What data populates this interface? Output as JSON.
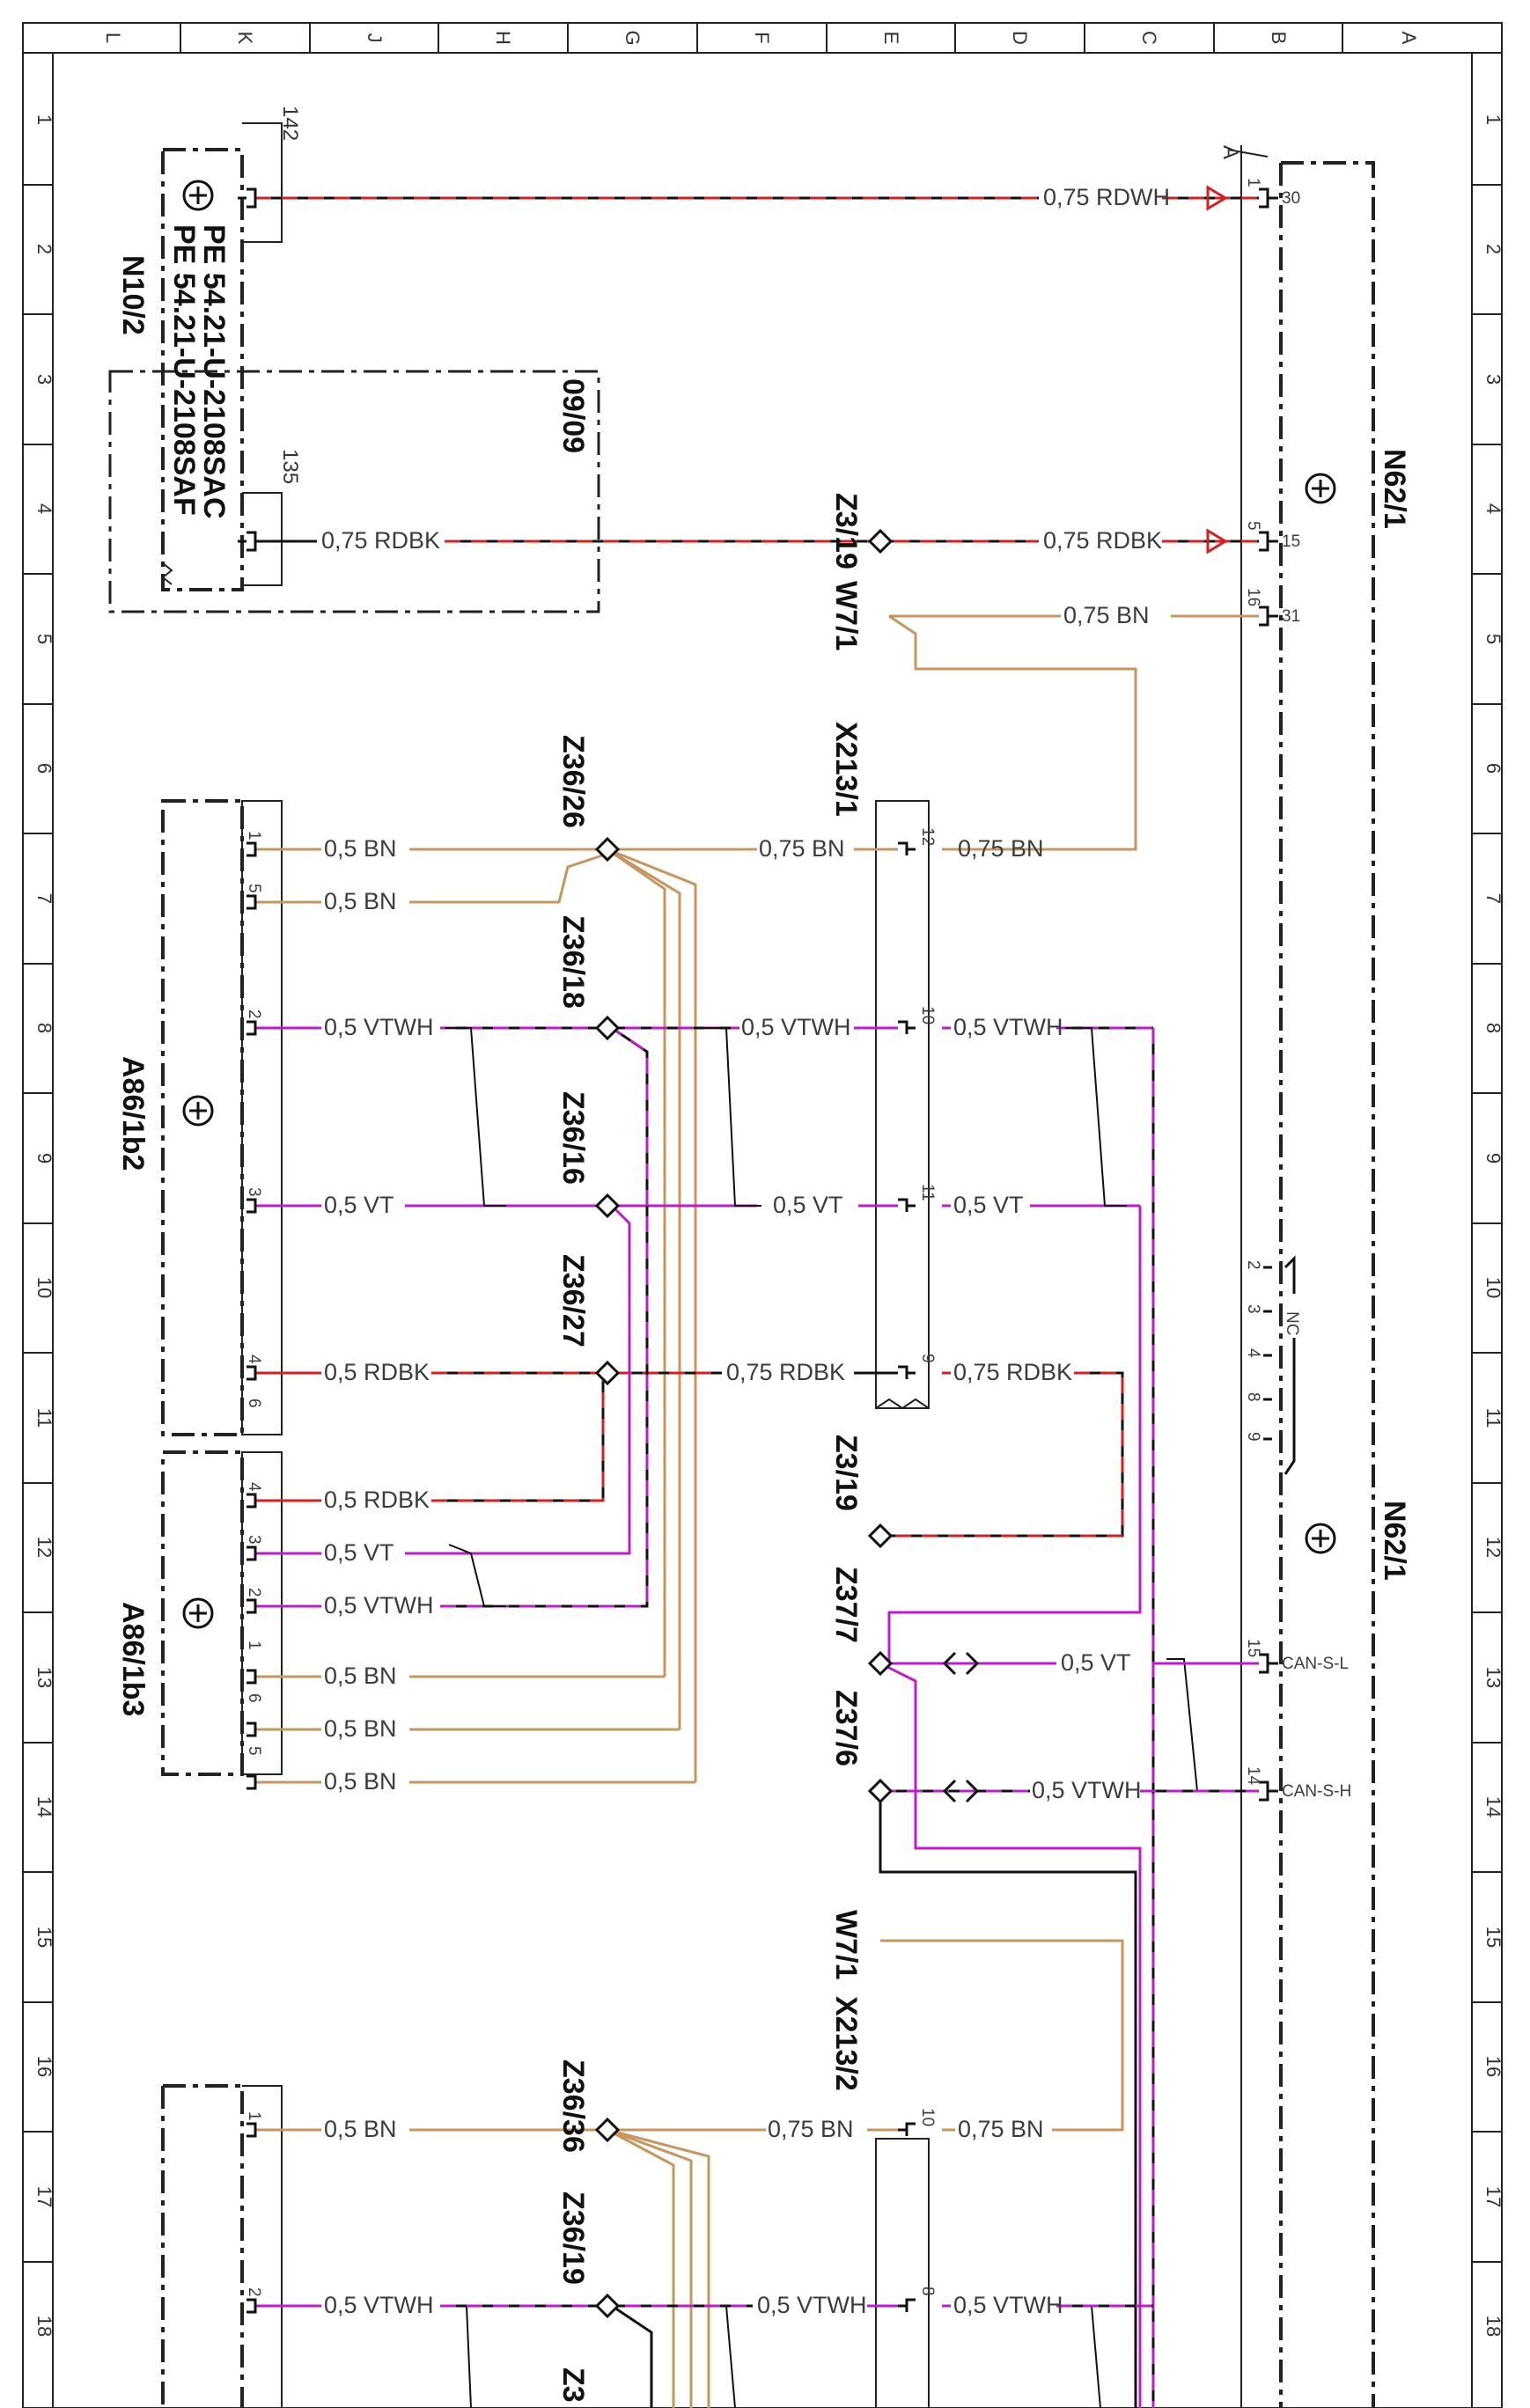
{
  "colors": {
    "brown": "#c8955c",
    "red": "#d81e1e",
    "violet": "#c01ad0",
    "black": "#111111",
    "frame": "#222222"
  },
  "grid": {
    "top_letters": [
      "L",
      "K",
      "J",
      "H",
      "G",
      "F",
      "E",
      "D",
      "C",
      "B",
      "A"
    ],
    "row_numbers": [
      "1",
      "2",
      "3",
      "4",
      "5",
      "6",
      "7",
      "8",
      "9",
      "10",
      "11",
      "12",
      "13",
      "14",
      "15",
      "16",
      "17",
      "18"
    ]
  },
  "components": {
    "n10_2": {
      "name": "N10/2",
      "note1": "PE 54.21-U-2108SAC",
      "note2": "PE 54.21-U-2108SAF",
      "ref142": "142",
      "ref135": "135"
    },
    "n62_1": {
      "name": "N62/1",
      "name2": "N62/1",
      "letter": "A",
      "nc": "NC"
    },
    "a86_1b2": {
      "name": "A86/1b2"
    },
    "a86_1b3": {
      "name": "A86/1b3"
    },
    "box_0909": {
      "name": "09/09"
    },
    "x213_1": {
      "name": "X213/1"
    },
    "x213_2": {
      "name": "X213/2"
    }
  },
  "splices": {
    "z3_19a": "Z3/19",
    "z3_19b": "Z3/19",
    "w7_1a": "W7/1",
    "w7_1b": "W7/1",
    "z36_26": "Z36/26",
    "z36_18": "Z36/18",
    "z36_16": "Z36/16",
    "z36_27": "Z36/27",
    "z37_7": "Z37/7",
    "z37_6": "Z37/6",
    "z36_36": "Z36/36",
    "z36_19": "Z36/19",
    "z3_cut": "Z3"
  },
  "pins": {
    "n62_30": "1",
    "n62_30_name": "30",
    "n62_15": "5",
    "n62_15_name": "15",
    "n62_31": "16",
    "n62_31_name": "31",
    "n62_nc": [
      "2",
      "3",
      "4",
      "8",
      "9"
    ],
    "n62_can_l": "15",
    "n62_can_l_name": "CAN-S-L",
    "n62_can_h": "14",
    "n62_can_h_name": "CAN-S-H",
    "x1_12": "12",
    "x1_10": "10",
    "x1_11": "11",
    "x1_9": "9",
    "x2_10": "10",
    "x2_8": "8",
    "b2_1": "1",
    "b2_5": "5",
    "b2_2": "2",
    "b2_3": "3",
    "b2_4": "4",
    "b2_6": "6",
    "b3_4": "4",
    "b3_3": "3",
    "b3_2": "2",
    "b3_1": "1",
    "b3_6": "6",
    "b3_5": "5",
    "b4_1": "1",
    "b4_2": "2"
  },
  "wires": {
    "w30": "0,75 RDWH",
    "w15_left": "0,75 RDBK",
    "w15_right": "0,75 RDBK",
    "w31": "0,75 BN",
    "w_bn_x1_left": "0,75 BN",
    "w_bn_x1_right": "0,75 BN",
    "w_bn_b2_1": "0,5 BN",
    "w_bn_b2_5": "0,5 BN",
    "w_vtwh_b2": "0,5 VTWH",
    "w_vtwh_mid": "0,5 VTWH",
    "w_vtwh_right": "0,5 VTWH",
    "w_vt_b2": "0,5 VT",
    "w_vt_mid": "0,5 VT",
    "w_vt_right": "0,5 VT",
    "w_rdbk_b2": "0,5 RDBK",
    "w_rdbk_mid": "0,75 RDBK",
    "w_rdbk_right": "0,75 RDBK",
    "w_b3_rdbk": "0,5 RDBK",
    "w_b3_vt": "0,5 VT",
    "w_b3_vtwh": "0,5 VTWH",
    "w_b3_bn1": "0,5 BN",
    "w_b3_bn6": "0,5 BN",
    "w_b3_bn5": "0,5 BN",
    "w_can_l": "0,5 VT",
    "w_can_h": "0,5 VTWH",
    "w_b4_bn": "0,5 BN",
    "w_x2_bn_left": "0,75 BN",
    "w_x2_bn_right": "0,75 BN",
    "w_b4_vtwh": "0,5 VTWH",
    "w_x2_vtwh_left": "0,5 VTWH",
    "w_x2_vtwh_right": "0,5 VTWH"
  }
}
